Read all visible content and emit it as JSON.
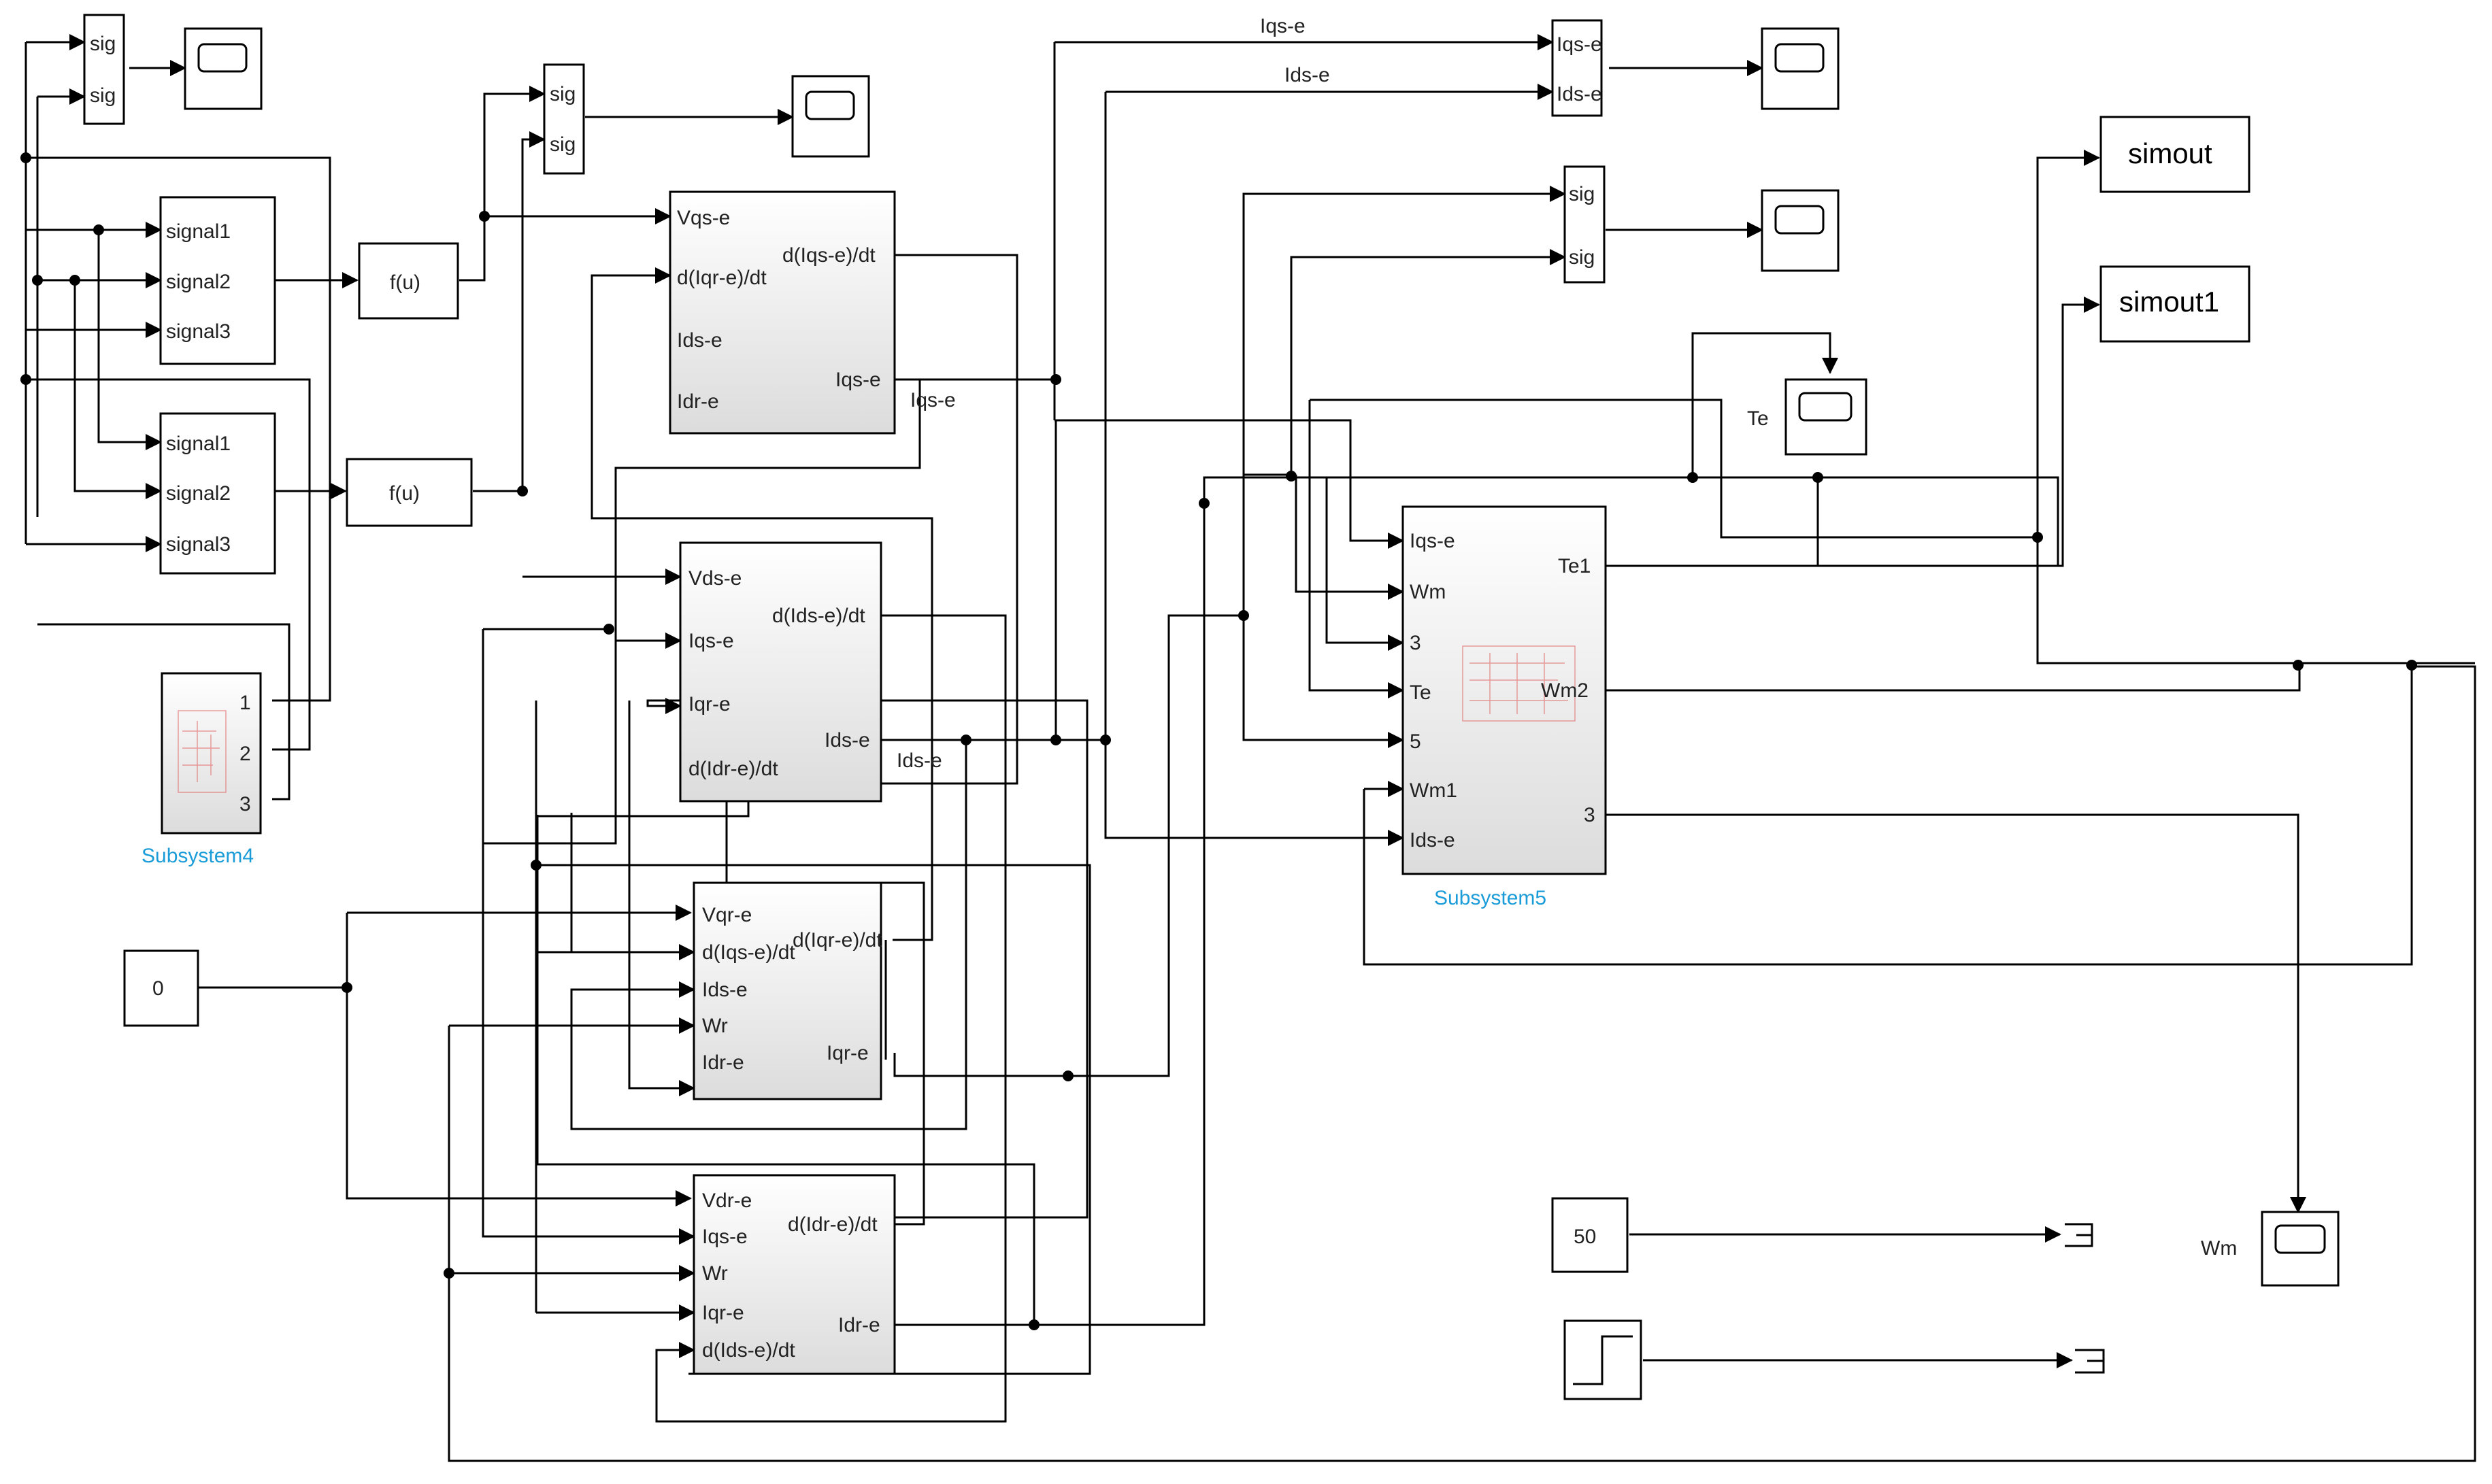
{
  "blocks": {
    "mux_a": {
      "in": [
        "sig",
        "sig"
      ]
    },
    "mux_b": {
      "in": [
        "sig",
        "sig"
      ]
    },
    "mux_c": {
      "in": [
        "Iqs-e",
        "Ids-e"
      ]
    },
    "mux_d": {
      "in": [
        "sig",
        "sig"
      ]
    },
    "sig_builder_1": {
      "in": [
        "signal1",
        "signal2",
        "signal3"
      ]
    },
    "sig_builder_2": {
      "in": [
        "signal1",
        "signal2",
        "signal3"
      ]
    },
    "fcn_1": {
      "label": "f(u)"
    },
    "fcn_2": {
      "label": "f(u)"
    },
    "subsystem4": {
      "name": "Subsystem4",
      "out": [
        "1",
        "2",
        "3"
      ]
    },
    "subsystem5": {
      "name": "Subsystem5",
      "in": [
        "Iqs-e",
        "Wm",
        "3",
        "Te",
        "5",
        "Wm1",
        "Ids-e"
      ],
      "out": [
        "Te1",
        "Wm2",
        "3"
      ]
    },
    "iqs_block": {
      "in": [
        "Vqs-e",
        "d(Iqr-e)/dt",
        "Ids-e",
        "Idr-e"
      ],
      "out": [
        "d(Iqs-e)/dt",
        "Iqs-e"
      ]
    },
    "ids_block": {
      "in": [
        "Vds-e",
        "Iqs-e",
        "Iqr-e",
        "d(Idr-e)/dt"
      ],
      "out": [
        "d(Ids-e)/dt",
        "Ids-e"
      ]
    },
    "iqr_block": {
      "in": [
        "Vqr-e",
        "d(Iqs-e)/dt",
        "Ids-e",
        "Wr",
        "Idr-e"
      ],
      "out": [
        "d(Iqr-e)/dt",
        "Iqr-e"
      ]
    },
    "idr_block": {
      "in": [
        "Vdr-e",
        "Iqs-e",
        "Wr",
        "Iqr-e",
        "d(Ids-e)/dt"
      ],
      "out": [
        "d(Idr-e)/dt",
        "Idr-e"
      ]
    },
    "const_0": {
      "value": "0"
    },
    "const_50": {
      "value": "50"
    },
    "simout": {
      "label": "simout"
    },
    "simout1": {
      "label": "simout1"
    }
  },
  "signal_labels": {
    "iqs_top": "Iqs-e",
    "ids_top": "Ids-e",
    "iqs_mid": "Iqs-e",
    "ids_mid": "Ids-e"
  },
  "scope_labels": {
    "te": "Te",
    "wm": "Wm"
  },
  "icons": [
    "scope-icon",
    "step-icon",
    "terminator-icon",
    "subsystem-preview-icon"
  ]
}
